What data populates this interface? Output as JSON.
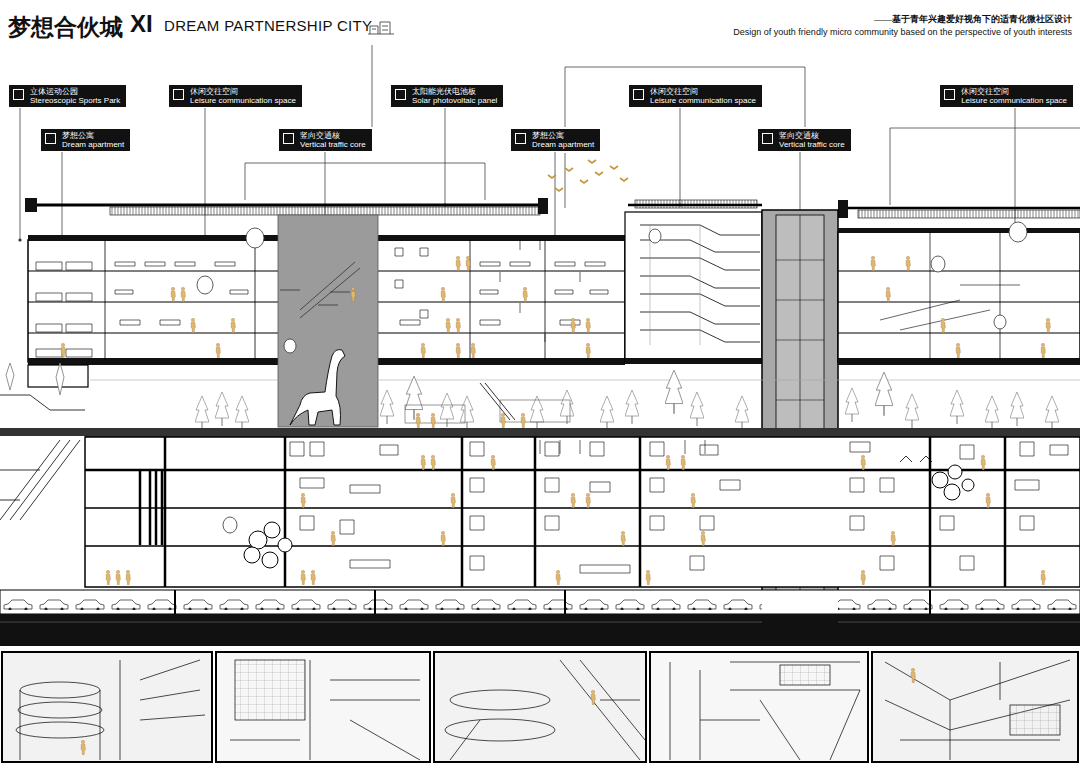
{
  "diagram": {
    "title": "梦想合伙城",
    "nodes": [
      {
        "text": [
          "立体运动公园",
          "Stereoscopic Sports Park"
        ]
      },
      {
        "text": [
          "休闲交往空间",
          "Leisure communication space"
        ]
      },
      {
        "text": [
          "太阳能光伏电池板",
          "Solar photovoltaic panel"
        ]
      },
      {
        "text": [
          "休闲交往空间",
          "Leisure communication space"
        ]
      },
      {
        "text": [
          "休闲交往空间",
          "Leisure communication space"
        ]
      },
      {
        "text": [
          "梦想公寓",
          "Dream apartment"
        ]
      },
      {
        "text": [
          "竖向交通核",
          "Vertical traffic core"
        ]
      },
      {
        "text": [
          "梦想公寓",
          "Dream apartment"
        ]
      },
      {
        "text": [
          "竖向交通核",
          "Vertical traffic core"
        ]
      }
    ],
    "labels": [
      "XI",
      "DREAM PARTNERSHIP CITY",
      "——基于青年兴趣爱好视角下的适青化微社区设计",
      "Design of youth friendly micro community based on the perspective of youth interests"
    ]
  }
}
